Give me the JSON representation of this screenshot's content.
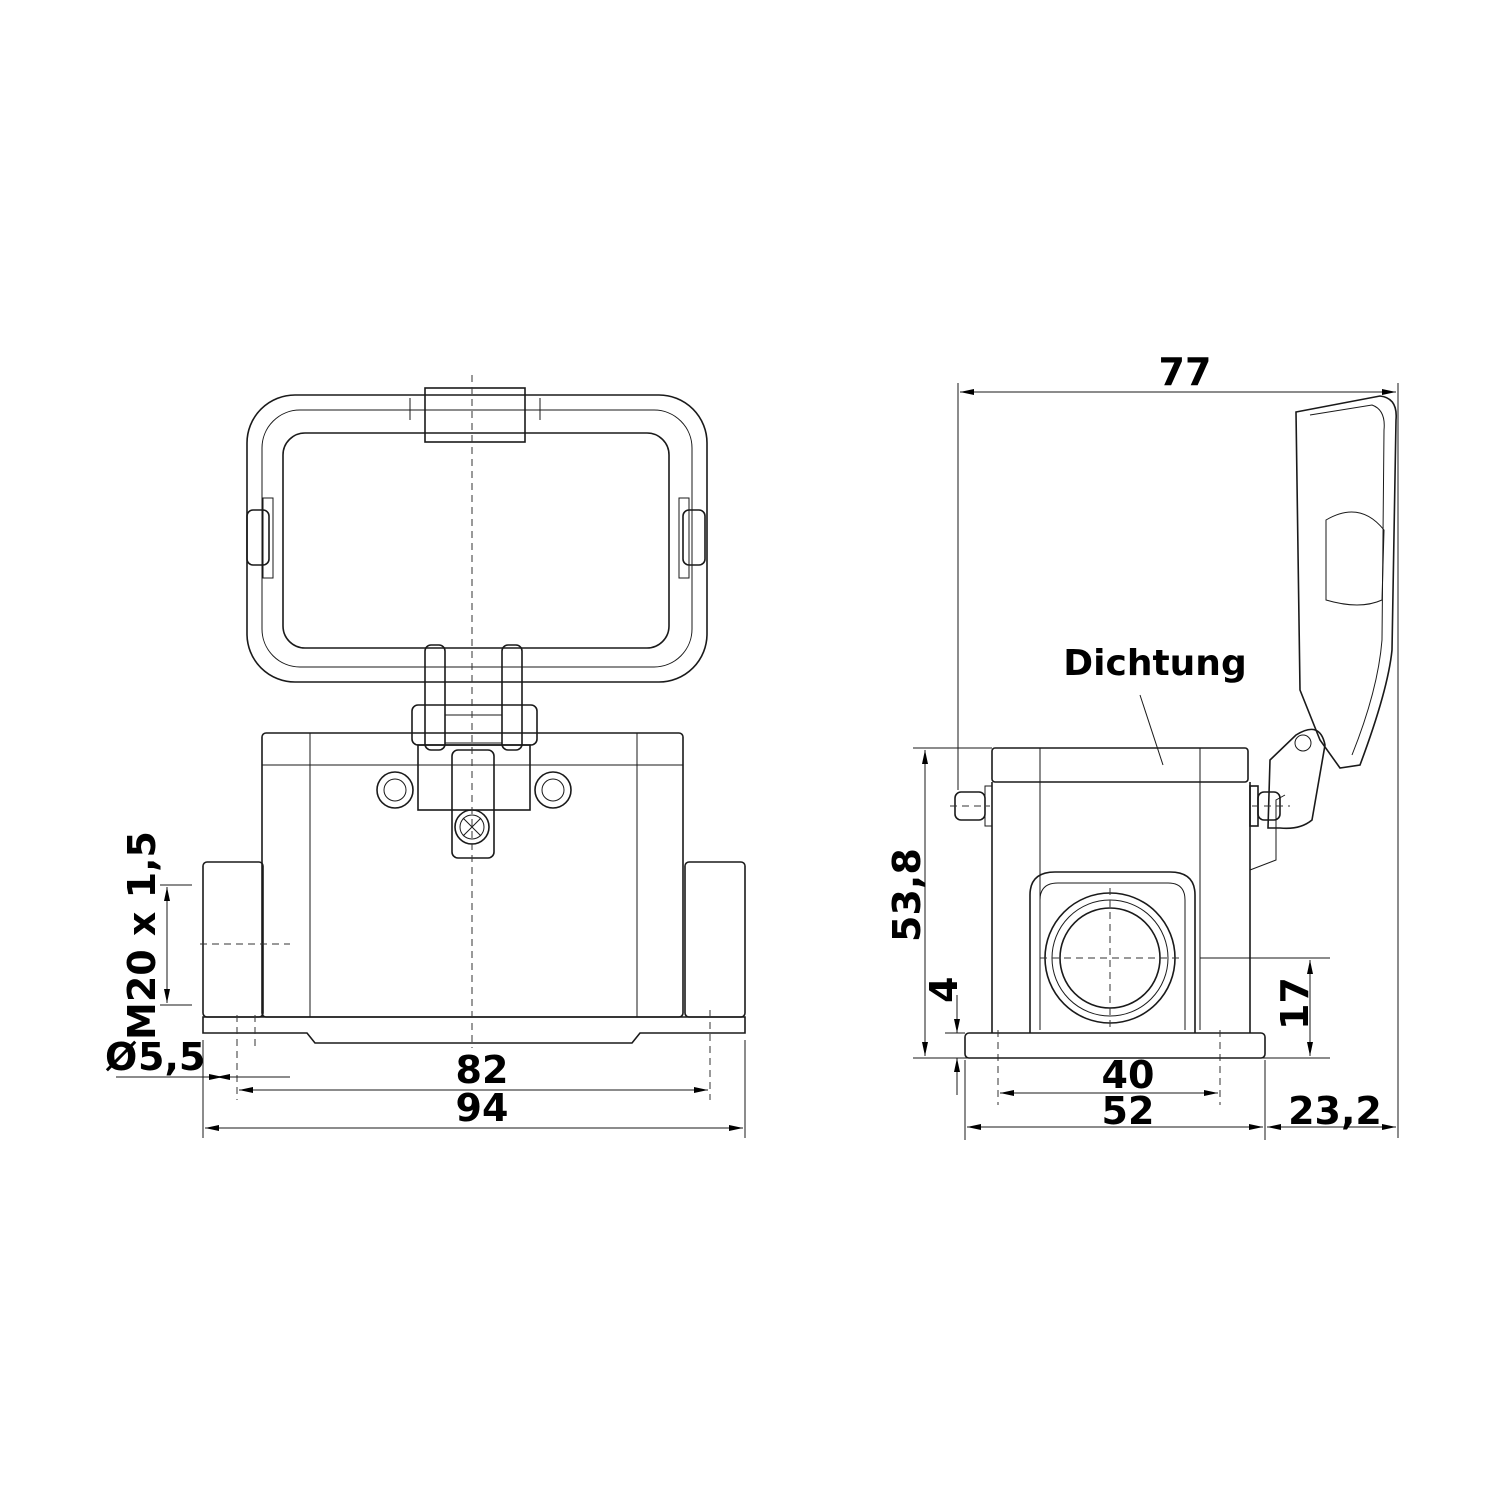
{
  "front_view": {
    "dimensions": {
      "overall_width": "94",
      "hole_spacing": "82",
      "hole_diameter_symbol": "Ø",
      "hole_diameter": "5,5",
      "thread": "M20 x 1,5"
    }
  },
  "side_view": {
    "label_seal": "Dichtung",
    "dimensions": {
      "overall_depth": "77",
      "height": "53,8",
      "base_thickness": "4",
      "gland_height": "17",
      "hole_spacing": "40",
      "base_width": "52",
      "lid_overhang": "23,2"
    }
  },
  "colors": {
    "line": "#1a1a1a",
    "background": "#ffffff"
  }
}
